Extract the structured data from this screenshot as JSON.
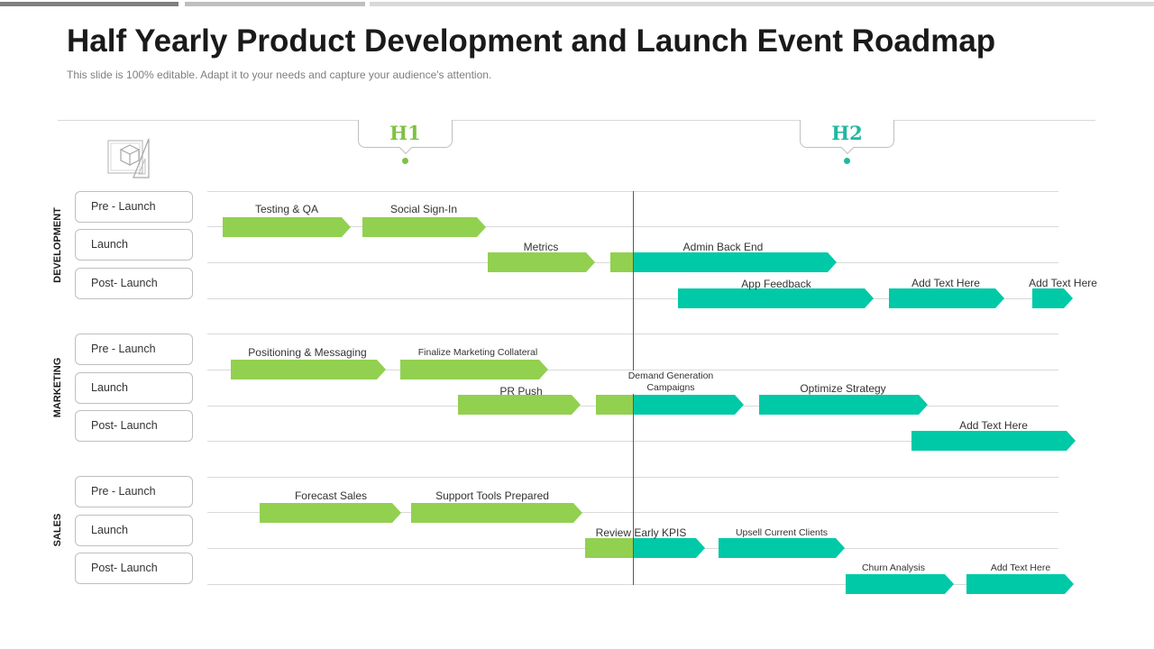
{
  "page": {
    "title": "Half Yearly Product Development and Launch Event Roadmap",
    "subtitle": "This slide is 100% editable. Adapt it to your needs and capture your audience's attention."
  },
  "colors": {
    "green": "#92d050",
    "teal": "#00c9a7",
    "h1": "#7dc242",
    "h2": "#1fb8a0",
    "topbar_dark": "#7f7f7f",
    "topbar_light": "#d9d9d9"
  },
  "timeline": {
    "h1_label": "H1",
    "h2_label": "H2"
  },
  "icons": {
    "header_icon": "blueprint-icon"
  },
  "sections": [
    {
      "name": "DEVELOPMENT",
      "rows": [
        "Pre - Launch",
        "Launch",
        "Post- Launch"
      ],
      "tasks": [
        {
          "label": "Testing & QA"
        },
        {
          "label": "Social Sign-In"
        },
        {
          "label": "Metrics"
        },
        {
          "label": "Admin Back End"
        },
        {
          "label": "App Feedback"
        },
        {
          "label": "Add Text Here"
        },
        {
          "label": "Add Text Here"
        }
      ]
    },
    {
      "name": "MARKETING",
      "rows": [
        "Pre - Launch",
        "Launch",
        "Post- Launch"
      ],
      "tasks": [
        {
          "label": "Positioning & Messaging"
        },
        {
          "label": "Finalize Marketing Collateral"
        },
        {
          "label": "PR Push"
        },
        {
          "label": "Demand Generation Campaigns"
        },
        {
          "label": "Optimize Strategy"
        },
        {
          "label": "Add Text Here"
        }
      ]
    },
    {
      "name": "SALES",
      "rows": [
        "Pre - Launch",
        "Launch",
        "Post- Launch"
      ],
      "tasks": [
        {
          "label": "Forecast Sales"
        },
        {
          "label": "Support Tools Prepared"
        },
        {
          "label": "Review Early KPIS"
        },
        {
          "label": "Upsell Current Clients"
        },
        {
          "label": "Churn Analysis"
        },
        {
          "label": "Add Text Here"
        }
      ]
    }
  ]
}
